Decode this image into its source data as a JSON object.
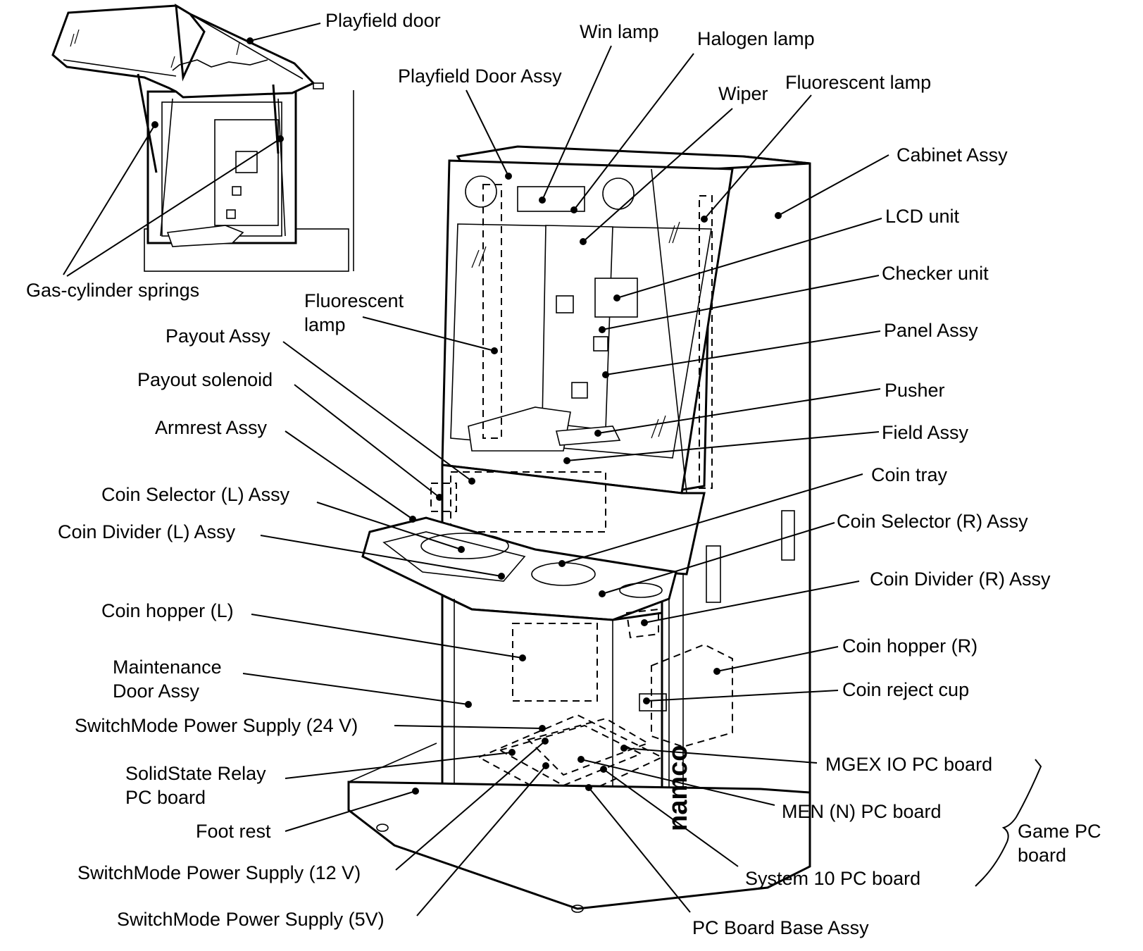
{
  "labels": {
    "playfield_door": "Playfield door",
    "win_lamp": "Win lamp",
    "halogen_lamp": "Halogen lamp",
    "playfield_door_assy": "Playfield Door Assy",
    "wiper": "Wiper",
    "fluorescent_lamp_top": "Fluorescent lamp",
    "cabinet_assy": "Cabinet Assy",
    "lcd_unit": "LCD unit",
    "checker_unit": "Checker unit",
    "panel_assy": "Panel Assy",
    "pusher": "Pusher",
    "field_assy": "Field Assy",
    "coin_tray": "Coin tray",
    "coin_selector_r": "Coin Selector (R) Assy",
    "coin_divider_r": "Coin Divider (R) Assy",
    "coin_hopper_r": "Coin hopper (R)",
    "coin_reject_cup": "Coin reject cup",
    "mgex_io": "MGEX IO PC board",
    "men_n": "MEN (N) PC board",
    "system10": "System 10 PC board",
    "pc_board_base": "PC Board Base Assy",
    "game_pc_board": [
      "Game PC",
      "board"
    ],
    "gas_cylinder_springs": "Gas-cylinder springs",
    "fluorescent_lamp_left": [
      "Fluorescent",
      "lamp"
    ],
    "payout_assy": "Payout Assy",
    "payout_solenoid": "Payout solenoid",
    "armrest_assy": "Armrest Assy",
    "coin_selector_l": "Coin Selector (L) Assy",
    "coin_divider_l": "Coin Divider (L) Assy",
    "coin_hopper_l": "Coin hopper (L)",
    "maintenance_door": [
      "Maintenance",
      "Door Assy"
    ],
    "smps_24v": "SwitchMode Power Supply (24 V)",
    "ssr_board": [
      "SolidState Relay",
      "PC board"
    ],
    "foot_rest": "Foot rest",
    "smps_12v": "SwitchMode Power Supply (12 V)",
    "smps_5v": "SwitchMode Power Supply (5V)"
  },
  "brand_logo": "namco",
  "colors": {
    "ink": "#000000",
    "paper": "#ffffff"
  }
}
